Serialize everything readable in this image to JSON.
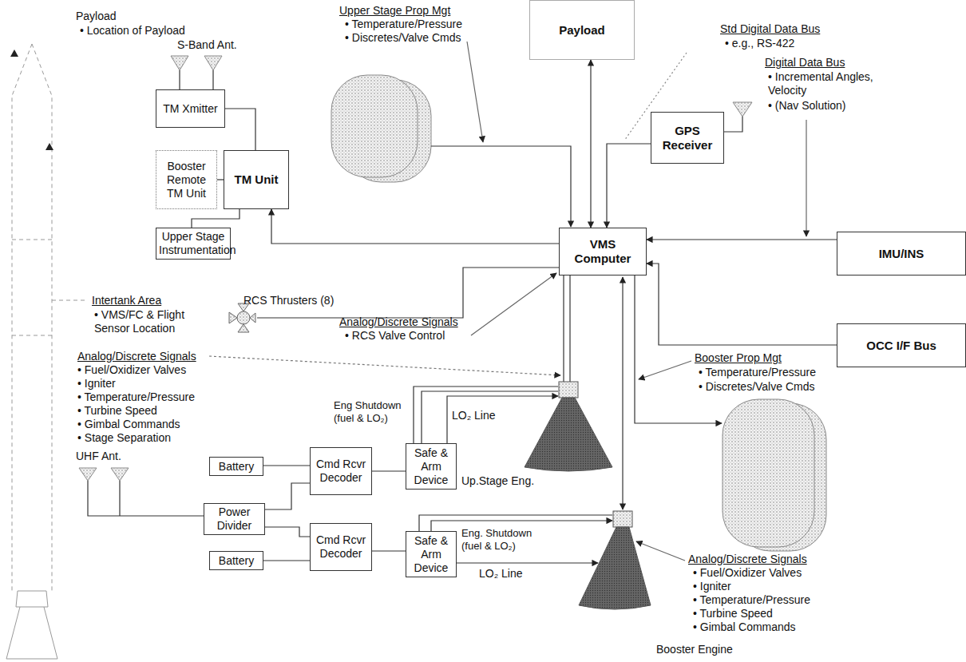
{
  "diagram": {
    "nodes": [
      {
        "text": [
          "TM Xmitter"
        ]
      },
      {
        "text": [
          "TM Unit"
        ]
      },
      {
        "text": [
          "Booster Remote TM Unit"
        ]
      },
      {
        "text": [
          "Upper Stage Instrumentation"
        ]
      },
      {
        "text": [
          "Payload"
        ]
      },
      {
        "text": [
          "GPS Receiver"
        ]
      },
      {
        "text": [
          "IMU/INS"
        ]
      },
      {
        "text": [
          "VMS Computer"
        ]
      },
      {
        "text": [
          "OCC I/F Bus"
        ]
      },
      {
        "text": [
          "Battery"
        ]
      },
      {
        "text": [
          "Cmd Rcvr Decoder"
        ]
      },
      {
        "text": [
          "Safe & Arm Device"
        ]
      },
      {
        "text": [
          "Power Divider"
        ]
      },
      {
        "text": [
          "Cmd Rcvr Decoder"
        ]
      },
      {
        "text": [
          "Safe & Arm Device"
        ]
      },
      {
        "text": [
          "Battery"
        ]
      }
    ],
    "edges": [
      {
        "from": 0,
        "to": 1,
        "arrow": "none"
      },
      {
        "from": 2,
        "to": 1,
        "arrow": "none"
      },
      {
        "from": 3,
        "to": 1,
        "arrow": "none"
      },
      {
        "from": 7,
        "to": 1,
        "arrow": "to"
      },
      {
        "from": 4,
        "to": 7,
        "arrow": "both"
      },
      {
        "from": 5,
        "to": 7,
        "arrow": "to"
      },
      {
        "from": 6,
        "to": 7,
        "arrow": "to"
      },
      {
        "from": 8,
        "to": 7,
        "arrow": "to"
      },
      {
        "from": 9,
        "to": 10,
        "arrow": "none"
      },
      {
        "from": 12,
        "to": 10,
        "arrow": "none"
      },
      {
        "from": 12,
        "to": 13,
        "arrow": "none"
      },
      {
        "from": 15,
        "to": 13,
        "arrow": "none"
      },
      {
        "from": 10,
        "to": 11,
        "arrow": "none"
      },
      {
        "from": 13,
        "to": 14,
        "arrow": "none"
      }
    ],
    "labels": [
      "Payload",
      "• Location of Payload",
      "S-Band Ant.",
      "Upper Stage Prop Mgt",
      "• Temperature/Pressure",
      "• Discretes/Valve Cmds",
      "Std Digital Data Bus",
      "• e.g., RS-422",
      "Digital Data Bus",
      "• Incremental Angles, Velocity",
      "• (Nav Solution)",
      "Intertank Area",
      "• VMS/FC & Flight Sensor Location",
      "RCS Thrusters (8)",
      "Analog/Discrete Signals",
      "• RCS Valve Control",
      "Booster Prop Mgt",
      "• Temperature/Pressure",
      "• Discretes/Valve Cmds",
      "Analog/Discrete Signals",
      "• Fuel/Oxidizer Valves",
      "• Igniter",
      "• Temperature/Pressure",
      "• Turbine Speed",
      "• Gimbal Commands",
      "• Stage Separation",
      "Eng Shutdown (fuel & LO₂)",
      "LO₂ Line",
      "Up.Stage Eng.",
      "UHF Ant.",
      "Eng. Shutdown (fuel & LO₂)",
      "LO₂ Line",
      "Booster Engine",
      "Analog/Discrete Signals",
      "• Fuel/Oxidizer Valves",
      "• Igniter",
      "• Temperature/Pressure",
      "• Turbine Speed",
      "• Gimbal Commands"
    ]
  }
}
